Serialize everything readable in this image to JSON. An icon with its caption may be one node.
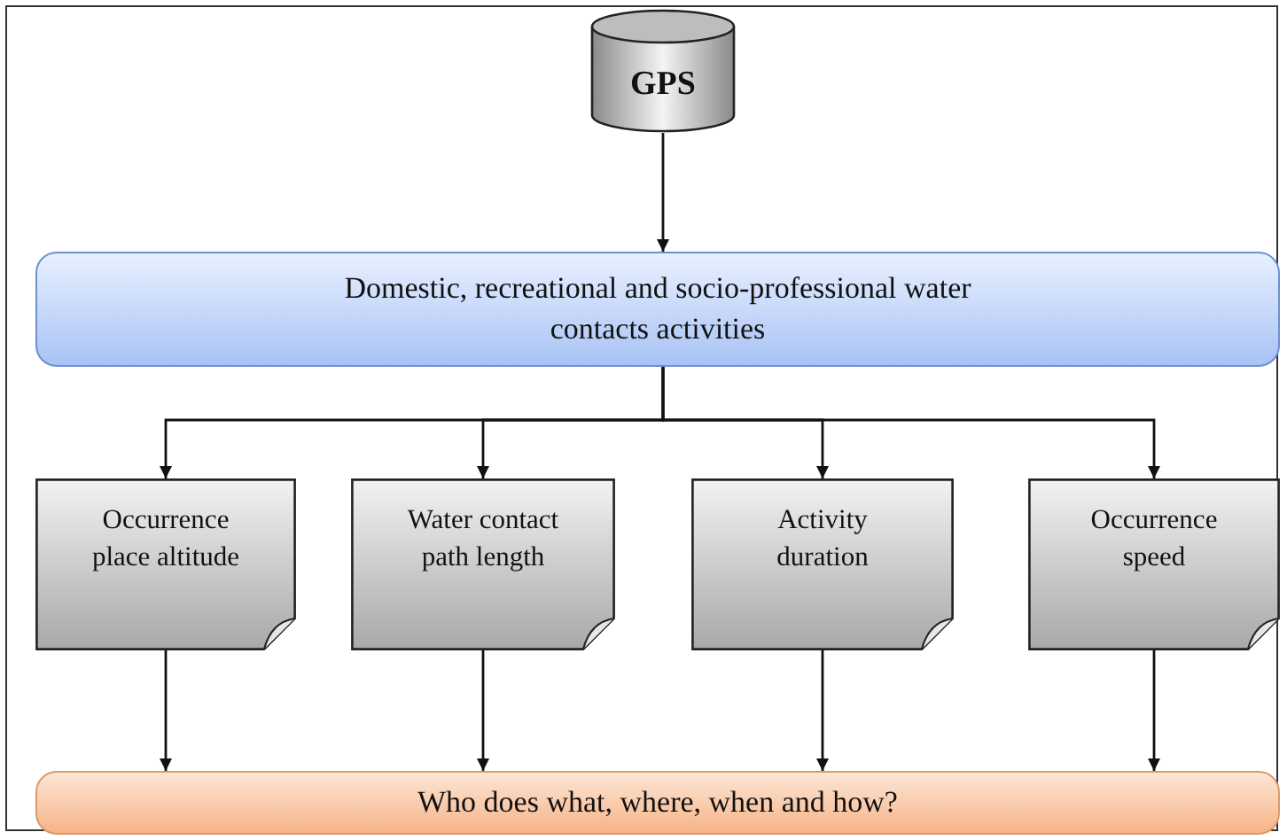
{
  "diagram": {
    "nodes": [
      {
        "text": [
          "GPS"
        ]
      },
      {
        "text": [
          "Domestic, recreational and socio-professional water contacts activities"
        ]
      },
      {
        "text": [
          "Occurrence place altitude"
        ]
      },
      {
        "text": [
          "Water contact path length"
        ]
      },
      {
        "text": [
          "Activity duration"
        ]
      },
      {
        "text": [
          "Occurrence speed"
        ]
      },
      {
        "text": [
          "Who does what, where, when and how?"
        ]
      }
    ],
    "edges": [
      {
        "from": 0,
        "to": 1,
        "arrow": "to"
      },
      {
        "from": 1,
        "to": 2,
        "arrow": "to"
      },
      {
        "from": 1,
        "to": 3,
        "arrow": "to"
      },
      {
        "from": 1,
        "to": 4,
        "arrow": "to"
      },
      {
        "from": 1,
        "to": 5,
        "arrow": "to"
      },
      {
        "from": 2,
        "to": 6,
        "arrow": "to"
      },
      {
        "from": 3,
        "to": 6,
        "arrow": "to"
      },
      {
        "from": 4,
        "to": 6,
        "arrow": "to"
      },
      {
        "from": 5,
        "to": 6,
        "arrow": "to"
      }
    ]
  }
}
